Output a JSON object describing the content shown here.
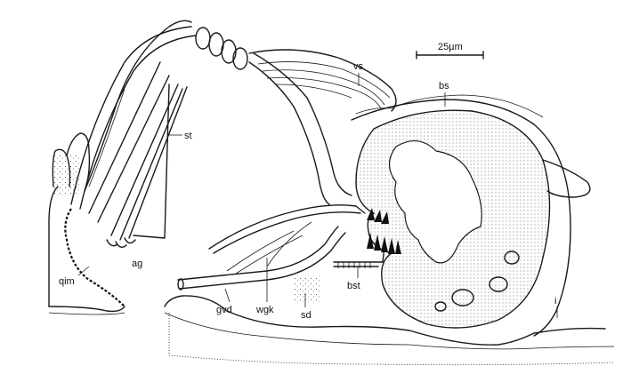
{
  "scale_bar": {
    "label": "25µm"
  },
  "labels": {
    "vs": "vs",
    "bs": "bs",
    "st": "st",
    "ag": "ag",
    "qim": "qim",
    "gvd": "gvd",
    "wgk": "wgk",
    "sd": "sd",
    "bst": "bst",
    "i": "i"
  }
}
